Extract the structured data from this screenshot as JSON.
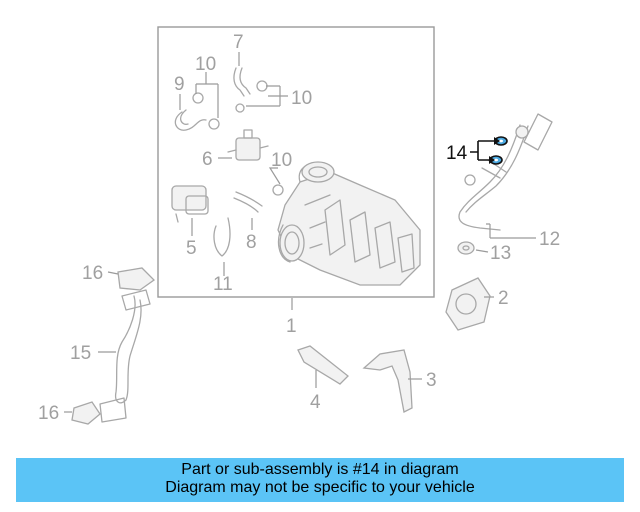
{
  "callouts": {
    "c1": "1",
    "c2": "2",
    "c3": "3",
    "c4": "4",
    "c5": "5",
    "c6": "6",
    "c7": "7",
    "c8": "8",
    "c9": "9",
    "c10a": "10",
    "c10b": "10",
    "c10c": "10",
    "c11": "11",
    "c12": "12",
    "c13": "13",
    "c14": "14",
    "c15": "15",
    "c16a": "16",
    "c16b": "16"
  },
  "highlight": {
    "part": "14",
    "color": "#111111"
  },
  "colors": {
    "banner": "#5bc4f6",
    "line_art": "#a8a8a8",
    "active_marker": "#111111",
    "washer_accent": "#4aa8e0"
  },
  "caption": {
    "line1": "Part or sub-assembly is #14 in diagram",
    "line2": "Diagram may not be specific to your vehicle"
  }
}
